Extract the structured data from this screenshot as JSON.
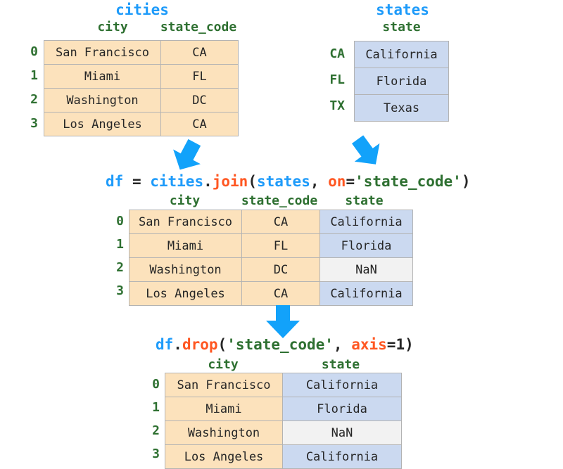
{
  "palette": {
    "title_blue": "#1E9BFA",
    "header_green": "#2E7031",
    "cell_orange": "#FCE2BC",
    "cell_blue": "#CBD9F0",
    "cell_gray": "#F2F2F2",
    "arrow_blue": "#12A2FA",
    "keyword_orange": "#FF5722",
    "text_dark": "#262626"
  },
  "cities_table": {
    "title": "cities",
    "columns": [
      "city",
      "state_code"
    ],
    "index": [
      "0",
      "1",
      "2",
      "3"
    ],
    "rows": [
      [
        "San Francisco",
        "CA"
      ],
      [
        "Miami",
        "FL"
      ],
      [
        "Washington",
        "DC"
      ],
      [
        "Los Angeles",
        "CA"
      ]
    ]
  },
  "states_table": {
    "title": "states",
    "columns": [
      "state"
    ],
    "index": [
      "CA",
      "FL",
      "TX"
    ],
    "rows": [
      [
        "California"
      ],
      [
        "Florida"
      ],
      [
        "Texas"
      ]
    ]
  },
  "join_code": {
    "target": "df",
    "equals": " = ",
    "left": "cities",
    "dot": ".",
    "method": "join",
    "open_paren": "(",
    "arg_right": "states",
    "comma": ", ",
    "kwarg": "on",
    "kw_equals": "=",
    "kw_value": "'state_code'",
    "close_paren": ")"
  },
  "joined_table": {
    "columns": [
      "city",
      "state_code",
      "state"
    ],
    "index": [
      "0",
      "1",
      "2",
      "3"
    ],
    "rows": [
      [
        "San Francisco",
        "CA",
        "California"
      ],
      [
        "Miami",
        "FL",
        "Florida"
      ],
      [
        "Washington",
        "DC",
        "NaN"
      ],
      [
        "Los Angeles",
        "CA",
        "California"
      ]
    ]
  },
  "drop_code": {
    "target": "df",
    "dot": ".",
    "method": "drop",
    "open_paren": "(",
    "arg_str": "'state_code'",
    "comma": ", ",
    "kwarg": "axis",
    "kw_equals": "=",
    "kw_value": "1",
    "close_paren": ")"
  },
  "result_table": {
    "columns": [
      "city",
      "state"
    ],
    "index": [
      "0",
      "1",
      "2",
      "3"
    ],
    "rows": [
      [
        "San Francisco",
        "California"
      ],
      [
        "Miami",
        "Florida"
      ],
      [
        "Washington",
        "NaN"
      ],
      [
        "Los Angeles",
        "California"
      ]
    ]
  },
  "arrows": [
    {
      "name": "arrow-cities-to-join",
      "direction": "down-right"
    },
    {
      "name": "arrow-states-to-join",
      "direction": "down-left"
    },
    {
      "name": "arrow-join-to-drop",
      "direction": "down"
    }
  ]
}
